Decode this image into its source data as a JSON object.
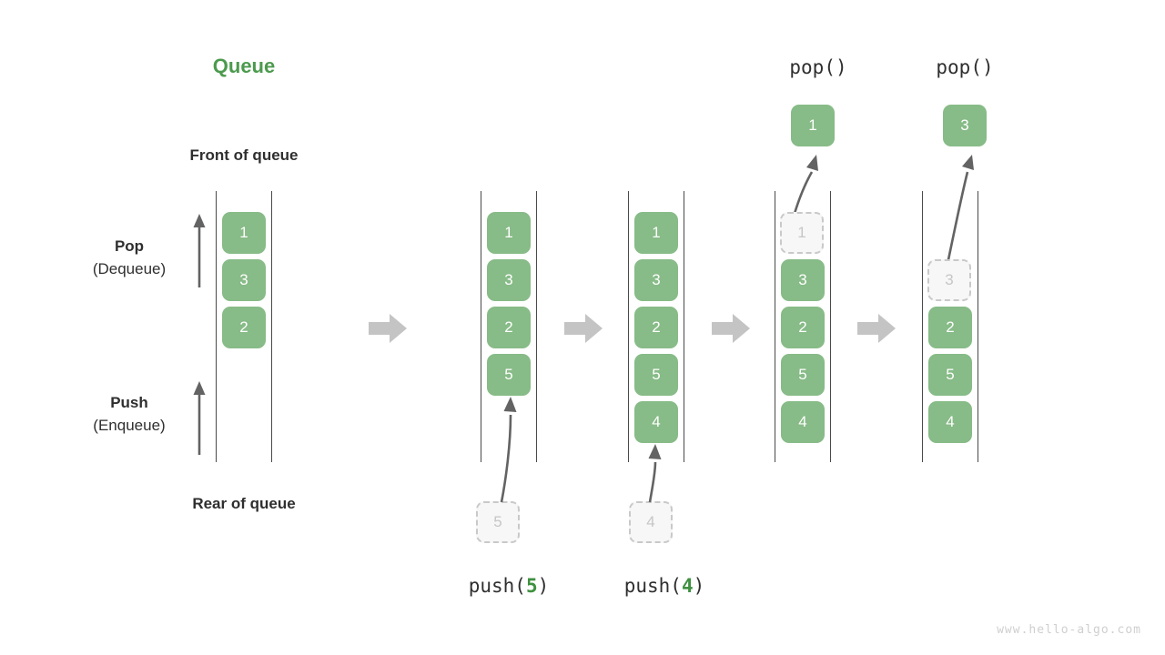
{
  "diagram": {
    "title": "Queue",
    "watermark": "www.hello-algo.com",
    "labels": {
      "front": "Front of queue",
      "rear": "Rear of queue",
      "pop_main": "Pop",
      "pop_sub": "(Dequeue)",
      "push_main": "Push",
      "push_sub": "(Enqueue)"
    },
    "colors": {
      "accent_green": "#4c9a4e",
      "cell_fill": "#87bb87",
      "cell_text": "#ffffff",
      "ghost_fill": "#f7f7f7",
      "ghost_border": "#c9c9c9",
      "ghost_text": "#c6c6c6",
      "rail": "#4a4a4a",
      "arrow_gray": "#c4c4c4",
      "thin_arrow": "#636363",
      "text": "#2f2f2f",
      "watermark": "#cfcfcf"
    },
    "steps": [
      {
        "id": "initial",
        "op_label": null,
        "op_arg": null,
        "top_label": null,
        "cells": [
          "1",
          "3",
          "2"
        ],
        "ghost_index": null,
        "incoming": null,
        "popped": null
      },
      {
        "id": "push-5",
        "op_label": "push(",
        "op_arg": "5",
        "op_label_close": ")",
        "top_label": null,
        "cells": [
          "1",
          "3",
          "2",
          "5"
        ],
        "ghost_index": null,
        "incoming": "5",
        "popped": null
      },
      {
        "id": "push-4",
        "op_label": "push(",
        "op_arg": "4",
        "op_label_close": ")",
        "top_label": null,
        "cells": [
          "1",
          "3",
          "2",
          "5",
          "4"
        ],
        "ghost_index": null,
        "incoming": "4",
        "popped": null
      },
      {
        "id": "pop-1",
        "op_label": null,
        "op_arg": null,
        "top_label": "pop()",
        "cells": [
          "1",
          "3",
          "2",
          "5",
          "4"
        ],
        "ghost_index": 0,
        "incoming": null,
        "popped": "1"
      },
      {
        "id": "pop-3",
        "op_label": null,
        "op_arg": null,
        "top_label": "pop()",
        "cells": [
          "3",
          "2",
          "5",
          "4"
        ],
        "ghost_index": 0,
        "incoming": null,
        "popped": "3"
      }
    ],
    "transitions": [
      "arrow-right",
      "arrow-right",
      "arrow-right",
      "arrow-right"
    ]
  }
}
